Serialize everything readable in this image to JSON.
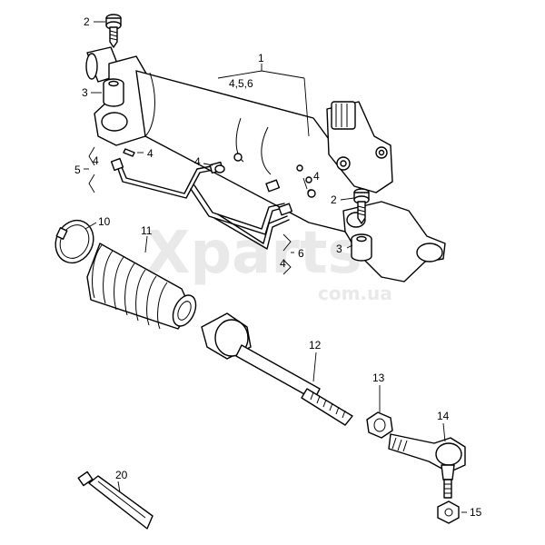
{
  "watermark": {
    "main": "Xparts",
    "sub": "com.ua"
  },
  "callouts": [
    {
      "key": "c1",
      "text": "1"
    },
    {
      "key": "c1sub",
      "text": "4,5,6"
    },
    {
      "key": "c2a",
      "text": "2"
    },
    {
      "key": "c2b",
      "text": "2"
    },
    {
      "key": "c3a",
      "text": "3"
    },
    {
      "key": "c3b",
      "text": "3"
    },
    {
      "key": "c4a",
      "text": "4"
    },
    {
      "key": "c4b",
      "text": "4"
    },
    {
      "key": "c4c",
      "text": "4"
    },
    {
      "key": "c4d",
      "text": "4"
    },
    {
      "key": "c4e",
      "text": "4"
    },
    {
      "key": "c5",
      "text": "5"
    },
    {
      "key": "c6",
      "text": "6"
    },
    {
      "key": "c10",
      "text": "10"
    },
    {
      "key": "c11",
      "text": "11"
    },
    {
      "key": "c12",
      "text": "12"
    },
    {
      "key": "c13",
      "text": "13"
    },
    {
      "key": "c14",
      "text": "14"
    },
    {
      "key": "c15",
      "text": "15"
    },
    {
      "key": "c20",
      "text": "20"
    }
  ]
}
